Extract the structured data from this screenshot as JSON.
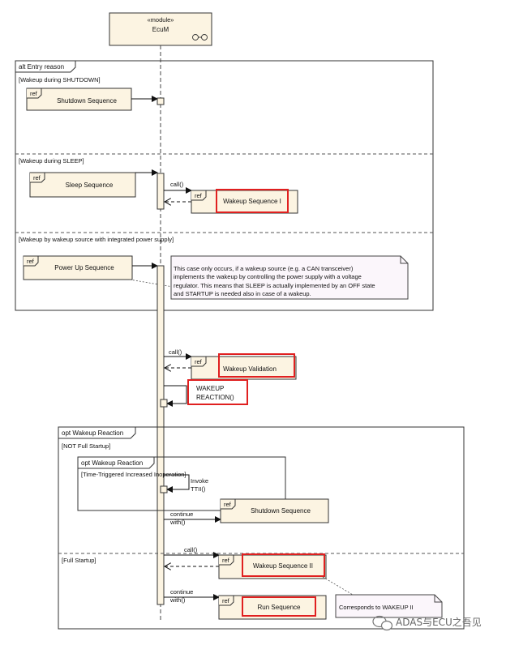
{
  "module": {
    "stereotype": "«module»",
    "name": "EcuM"
  },
  "alt_frame": {
    "label": "alt Entry reason",
    "guards": [
      "[Wakeup during SHUTDOWN]",
      "[Wakeup during SLEEP]",
      "[Wakeup by wakeup source with integrated power supply]"
    ]
  },
  "refs": {
    "shutdown_seq": "Shutdown Sequence",
    "sleep_seq": "Sleep Sequence",
    "wakeup_seq_1": "Wakeup Sequence I",
    "power_up_seq": "Power Up Sequence",
    "wakeup_validation": "Wakeup Validation",
    "shutdown_seq_2": "Shutdown Sequence",
    "wakeup_seq_2": "Wakeup Sequence II",
    "run_seq": "Run Sequence"
  },
  "ref_tag": "ref",
  "messages": {
    "call": "call()",
    "wakeup_reaction_1": "WAKEUP",
    "wakeup_reaction_2": "REACTION()",
    "invoke_1": "Invoke",
    "invoke_2": "TTII()",
    "continue": "continue",
    "with": "with()"
  },
  "note_power": [
    "This case only occurs, if a wakeup source (e.g. a CAN transceiver)",
    "implements the wakeup by controlling the power supply with a voltage",
    "regulator. This means that SLEEP is actually implemented by an OFF state",
    "and STARTUP is needed also in case of a wakeup."
  ],
  "opt_frame": {
    "label": "opt Wakeup Reaction",
    "guards": [
      "[NOT Full Startup]",
      "[Full Startup]"
    ]
  },
  "inner_opt": {
    "label": "opt Wakeup Reaction",
    "guard": "[Time-Triggered Increased Inoperation]"
  },
  "note_ws2": "Corresponds to WAKEUP II",
  "watermark": "ADAS与ECU之吾见",
  "colors": {
    "box_fill": "#fcf4e2",
    "highlight": "#e02020",
    "note_fill": "#fbf6fb"
  }
}
